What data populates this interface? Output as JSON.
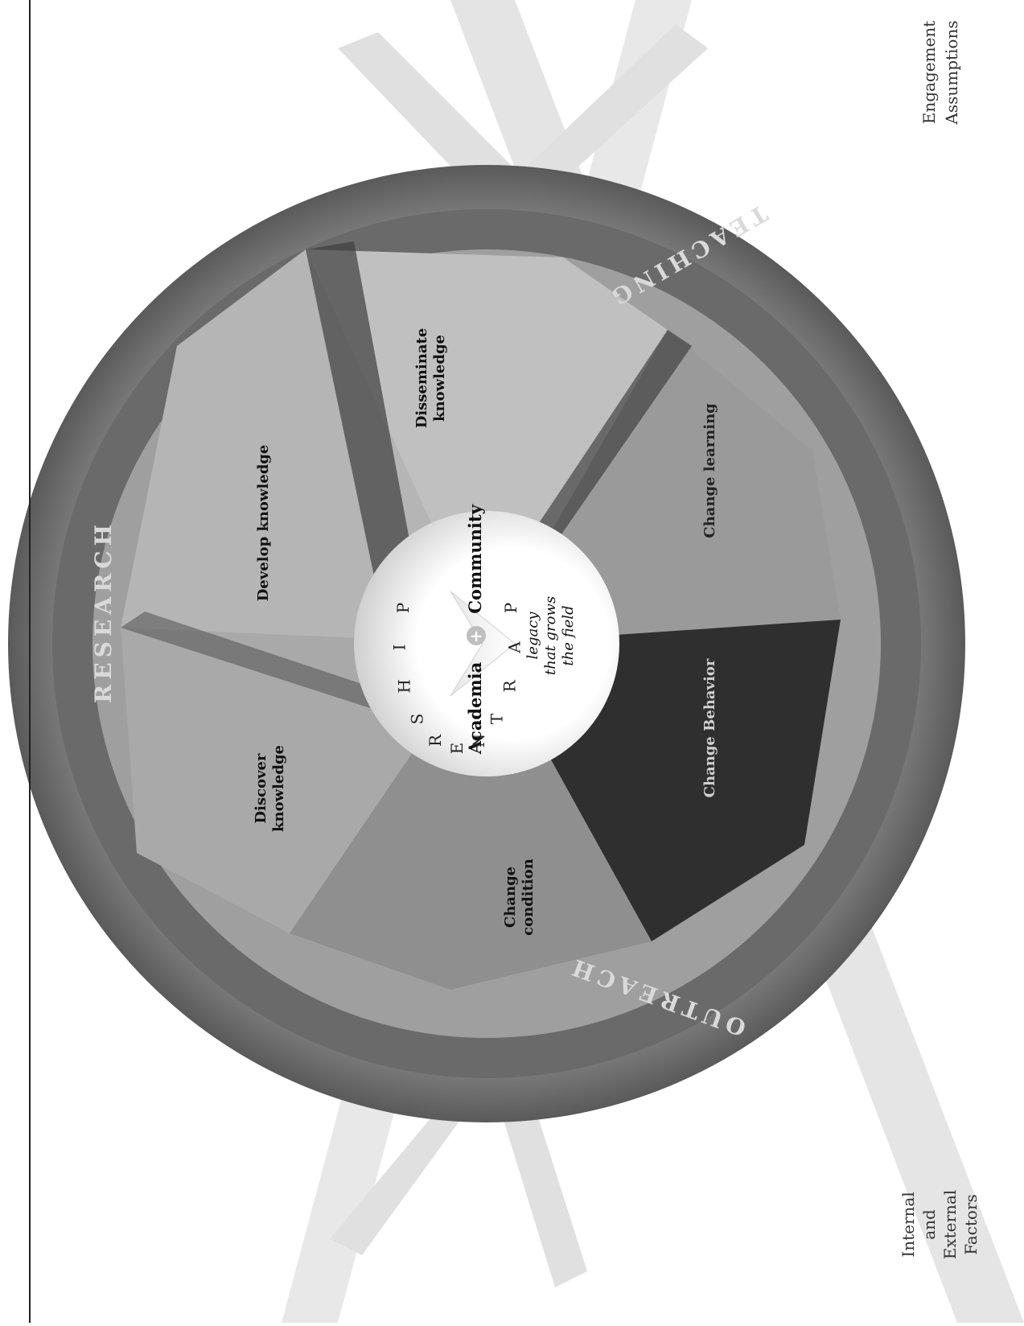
{
  "diagram": {
    "ring_labels": {
      "research": "RESEARCH",
      "teaching": "TEACHING",
      "outreach": "OUTREACH"
    },
    "segments": {
      "discover": [
        "Discover",
        "knowledge"
      ],
      "develop": "Develop knowledge",
      "disseminate": [
        "Disseminate",
        "knowledge"
      ],
      "change_learning": "Change learning",
      "change_behavior": "Change Behavior",
      "change_condition": [
        "Change",
        "condition"
      ]
    },
    "center": {
      "arc_letters": [
        "P",
        "A",
        "R",
        "T",
        "N",
        "E",
        "R",
        "S",
        "H",
        "I",
        "P"
      ],
      "academia": "Academia",
      "plus": "+",
      "community": "Community",
      "legacy_lines": [
        "legacy",
        "that grows",
        "the field"
      ]
    },
    "side_labels": {
      "top": [
        "Engagement",
        "Assumptions"
      ],
      "bottom": [
        "Internal",
        "and",
        "External",
        "Factors"
      ]
    },
    "colors": {
      "outer_ring": "#7a7a7a",
      "ring_band": "#5c5c5c",
      "segment_light": "#bcbcbc",
      "segment_mid": "#a8a8a8",
      "segment_dark": "#3a3a3a",
      "center": "#ffffff"
    }
  }
}
